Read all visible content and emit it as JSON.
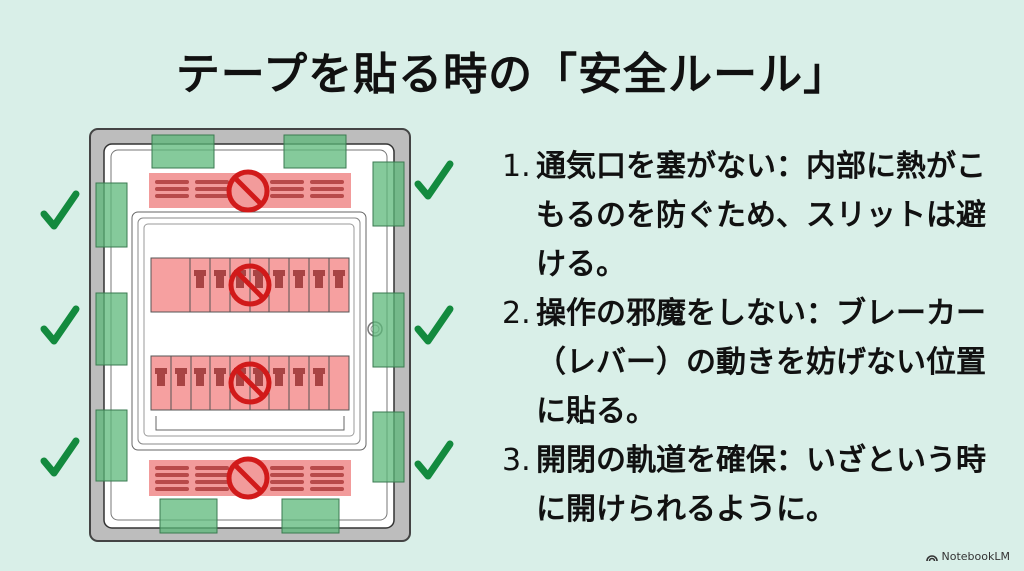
{
  "title": "テープを貼る時の「安全ルール」",
  "diagram": {
    "subject": "breaker-panel",
    "ok_marker": "check-icon",
    "ng_marker": "prohibited-icon",
    "colors": {
      "background": "#d9efe8",
      "tape_green": "#5cb87a",
      "no_zone_red": "#f08a8a",
      "prohibited_red": "#d11a1a",
      "check_green": "#138a3e",
      "frame_gray": "#b5b5b5"
    },
    "left_checks": 3,
    "right_checks": 3,
    "prohibited_zones": [
      "top-vent",
      "breaker-row-1",
      "breaker-row-2",
      "bottom-vent"
    ]
  },
  "rules": [
    {
      "num": "1.",
      "text": "通気口を塞がない：内部に熱がこもるのを防ぐため、スリットは避ける。"
    },
    {
      "num": "2.",
      "text": "操作の邪魔をしない：ブレーカー（レバー）の動きを妨げない位置に貼る。"
    },
    {
      "num": "3.",
      "text": "開閉の軌道を確保：いざという時に開けられるように。"
    }
  ],
  "brand": {
    "label": "NotebookLM",
    "icon": "notebooklm-logo-icon"
  }
}
